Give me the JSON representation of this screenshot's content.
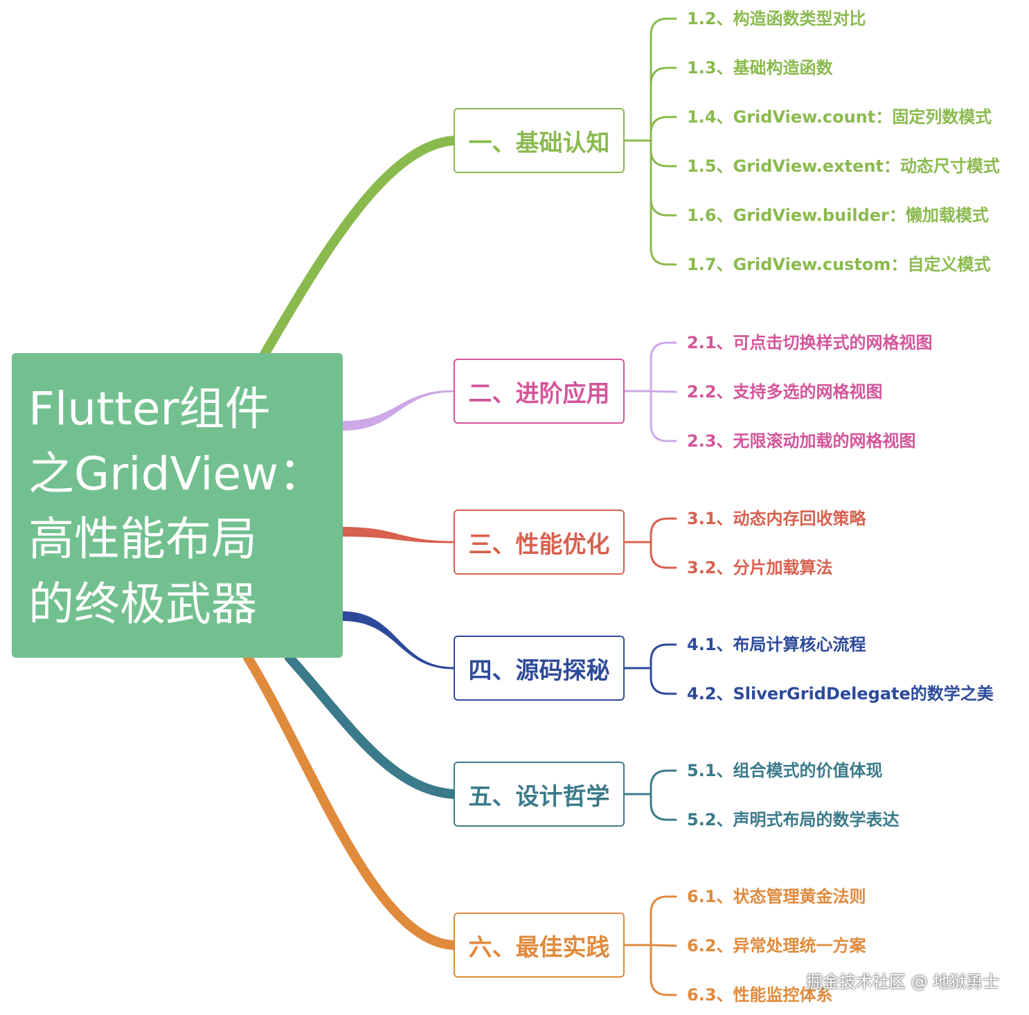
{
  "root": {
    "lines": [
      "Flutter组件",
      "之GridView：",
      "高性能布局",
      "的终极武器"
    ]
  },
  "branches": [
    {
      "label": "一、基础认知",
      "color": "#8aba4e",
      "children": [
        "1.2、构造函数类型对比",
        "1.3、基础构造函数",
        "1.4、GridView.count：固定列数模式",
        "1.5、GridView.extent：动态尺寸模式",
        "1.6、GridView.builder：懒加载模式",
        "1.7、GridView.custom：自定义模式"
      ]
    },
    {
      "label": "二、进阶应用",
      "color": "#d4549a",
      "lineColor": "#cda8e8",
      "children": [
        "2.1、可点击切换样式的网格视图",
        "2.2、支持多选的网格视图",
        "2.3、无限滚动加载的网格视图"
      ]
    },
    {
      "label": "三、性能优化",
      "color": "#d8604e",
      "children": [
        "3.1、动态内存回收策略",
        "3.2、分片加载算法"
      ]
    },
    {
      "label": "四、源码探秘",
      "color": "#2d4a9a",
      "children": [
        "4.1、布局计算核心流程",
        "4.2、SliverGridDelegate的数学之美"
      ]
    },
    {
      "label": "五、设计哲学",
      "color": "#3a7a8a",
      "children": [
        "5.1、组合模式的价值体现",
        "5.2、声明式布局的数学表达"
      ]
    },
    {
      "label": "六、最佳实践",
      "color": "#e08a3c",
      "children": [
        "6.1、状态管理黄金法则",
        "6.2、异常处理统一方案",
        "6.3、性能监控体系"
      ]
    }
  ],
  "watermark": "掘金技术社区 @ 地狱勇士"
}
